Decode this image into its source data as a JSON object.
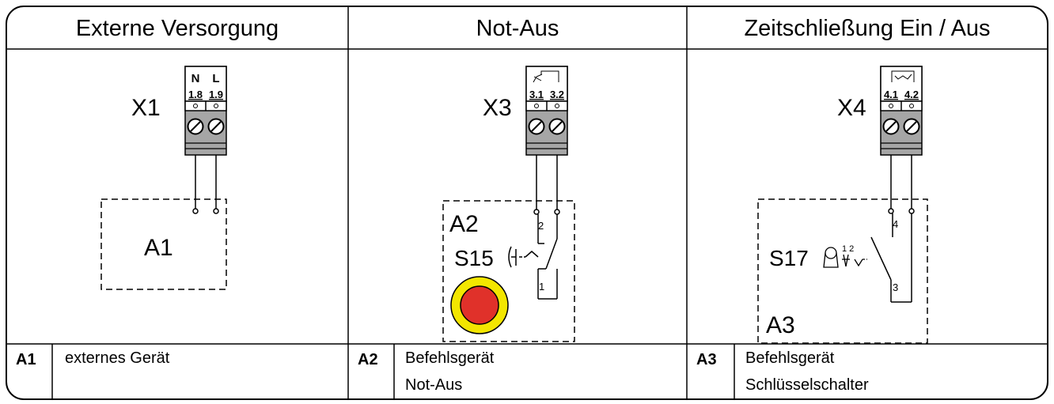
{
  "columns": [
    {
      "header": "Externe Versorgung",
      "terminal": {
        "label": "X1",
        "top_labels": [
          "N",
          "L"
        ],
        "pins": [
          "1.8",
          "1.9"
        ]
      },
      "device": {
        "label": "A1"
      },
      "legend": {
        "code": "A1",
        "lines": [
          "externes Gerät"
        ]
      }
    },
    {
      "header": "Not-Aus",
      "terminal": {
        "label": "X3",
        "pins": [
          "3.1",
          "3.2"
        ]
      },
      "device": {
        "label": "A2",
        "switch_label": "S15",
        "wire_numbers": [
          "2",
          "1"
        ]
      },
      "legend": {
        "code": "A2",
        "lines": [
          "Befehlsgerät",
          "Not-Aus"
        ]
      }
    },
    {
      "header": "Zeitschließung Ein / Aus",
      "terminal": {
        "label": "X4",
        "pins": [
          "4.1",
          "4.2"
        ]
      },
      "device": {
        "label": "A3",
        "switch_label": "S17",
        "wire_numbers": [
          "4",
          "3"
        ],
        "key_positions": "1 2"
      },
      "legend": {
        "code": "A3",
        "lines": [
          "Befehlsgerät",
          "Schlüsselschalter"
        ]
      }
    }
  ],
  "colors": {
    "terminal_gray": "#a6a6a6",
    "terminal_dark": "#6e6e6e",
    "estop_red": "#e0312a",
    "estop_yellow": "#f3e600"
  }
}
